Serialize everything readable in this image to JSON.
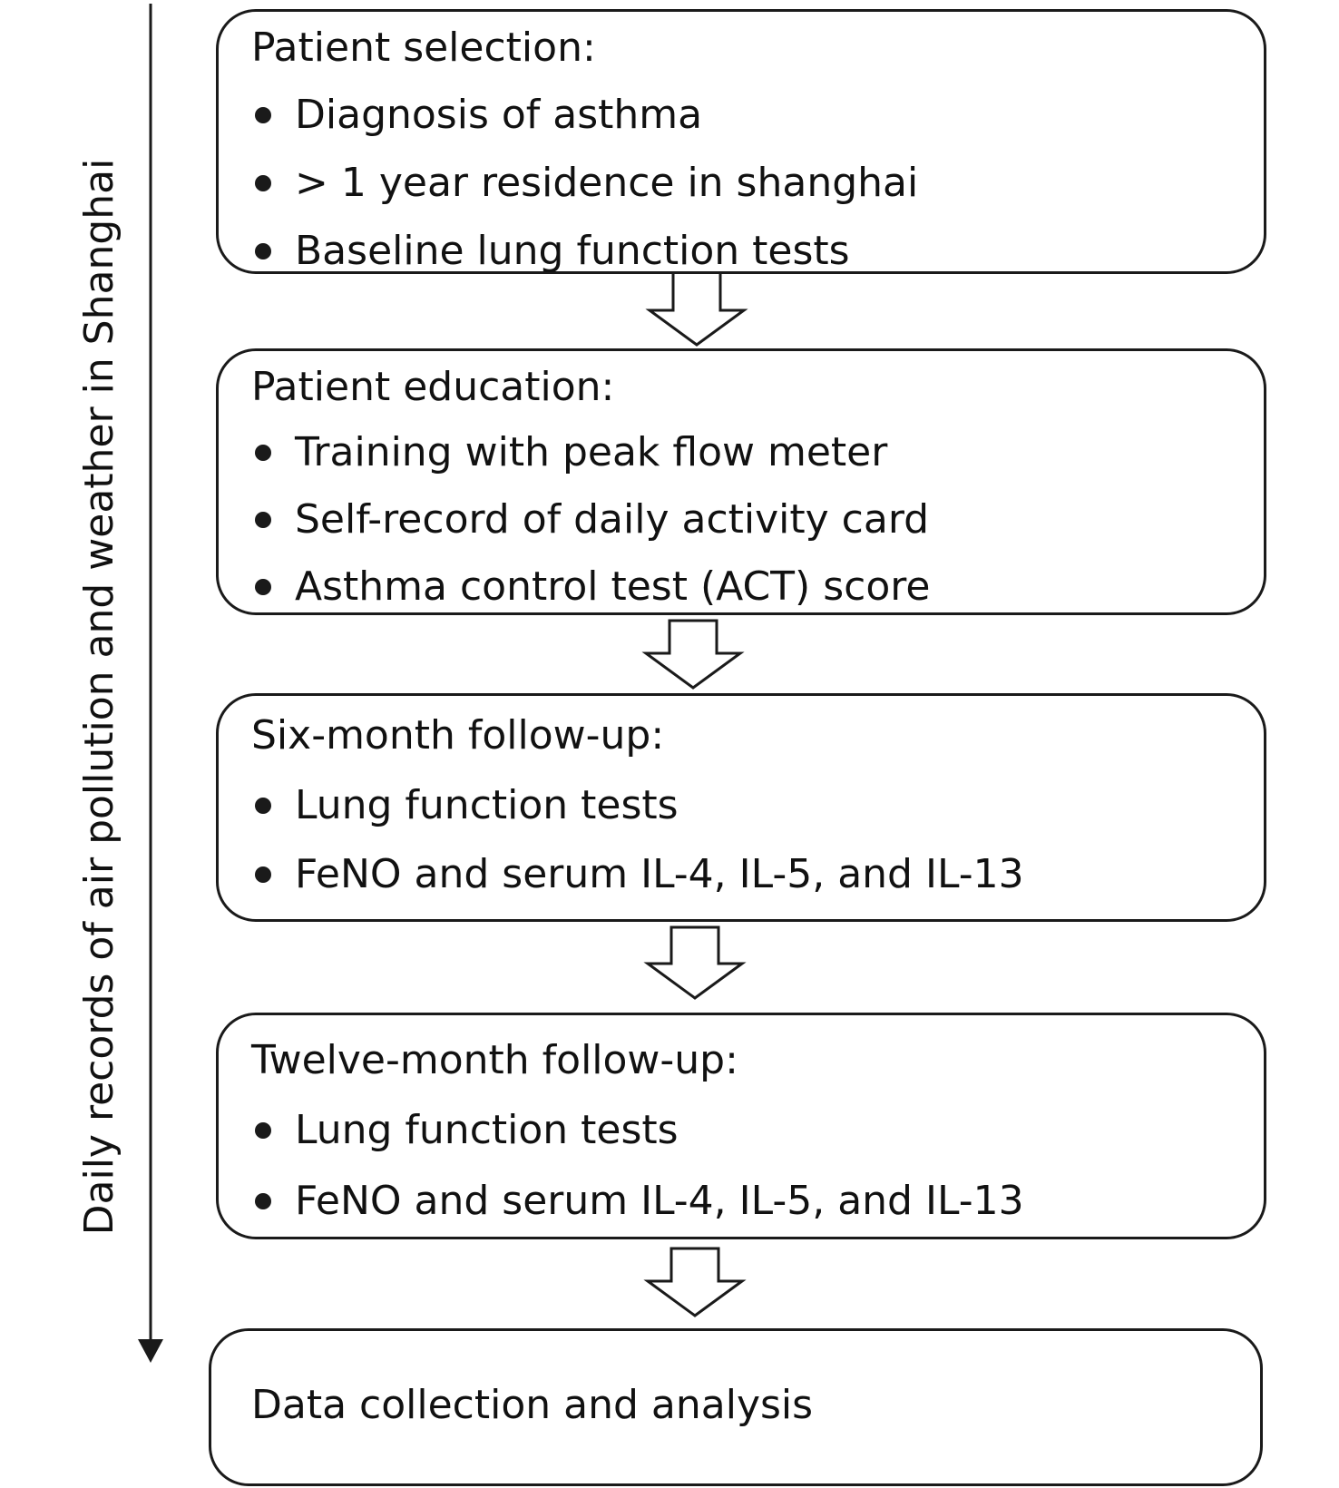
{
  "side_label": "Daily records of air pollution and weather in Shanghai",
  "steps": [
    {
      "title": "Patient selection:",
      "items": [
        "Diagnosis of asthma",
        "> 1 year residence in shanghai",
        "Baseline lung function tests"
      ]
    },
    {
      "title": "Patient education:",
      "items": [
        "Training with peak flow meter",
        "Self-record of daily activity card",
        "Asthma control test (ACT) score"
      ]
    },
    {
      "title": "Six-month follow-up:",
      "items": [
        "Lung function tests",
        "FeNO and serum IL-4, IL-5, and IL-13"
      ]
    },
    {
      "title": "Twelve-month follow-up:",
      "items": [
        "Lung function tests",
        "FeNO and serum IL-4, IL-5, and IL-13"
      ]
    }
  ],
  "final": "Data collection and analysis"
}
